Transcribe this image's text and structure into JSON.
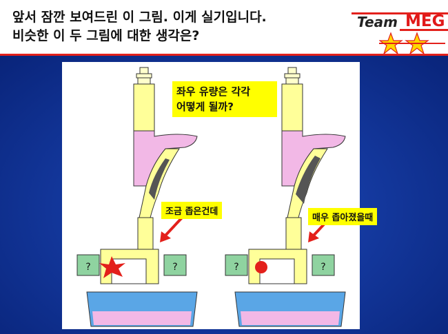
{
  "slide": {
    "title_line1": "앞서 잠깐 보여드린 이 그림. 이게 실기입니다.",
    "title_line2": "비슷한  이 두 그림에 대한 생각은?"
  },
  "logo": {
    "team": "Team",
    "brand": "MEG",
    "colors": {
      "red": "#e3201b",
      "star": "#ffd700",
      "star_outline": "#e3201b"
    }
  },
  "callouts": {
    "question_line1": "좌우 유량은 각각",
    "question_line2": "어떻게 될까?",
    "left_label": "조금 좁은건데",
    "right_label": "매우 좁아졌을때"
  },
  "illustration": {
    "colors": {
      "tube": "#ffff99",
      "fluid": "#f2b8e6",
      "sediment": "#555555",
      "beaker": "#5aa6e6",
      "arrow": "#e3201b"
    },
    "icons": [
      "funnel-apparatus",
      "stopcock-icon",
      "gauge-question-icon",
      "red-star-icon",
      "beaker-icon",
      "arrow-icon"
    ]
  }
}
